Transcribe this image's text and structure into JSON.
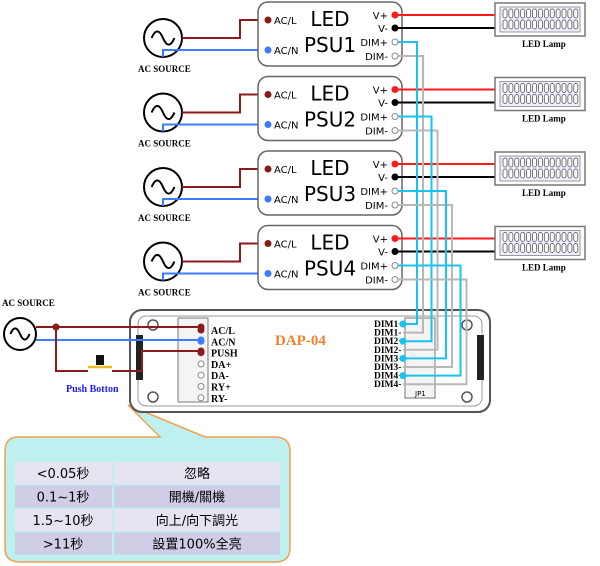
{
  "ac_source_label": "AC SOURCE",
  "psus": [
    {
      "line1": "LED",
      "line2": "PSU1"
    },
    {
      "line1": "LED",
      "line2": "PSU2"
    },
    {
      "line1": "LED",
      "line2": "PSU3"
    },
    {
      "line1": "LED",
      "line2": "PSU4"
    }
  ],
  "psu_terminals": {
    "acl": "AC/L",
    "acn": "AC/N",
    "vp": "V+",
    "vm": "V-",
    "dimp": "DIM+",
    "dimm": "DIM-"
  },
  "lamp_label": "LED Lamp",
  "dap": {
    "title": "DAP-04",
    "terminals": [
      "AC/L",
      "AC/N",
      "PUSH",
      "DA+",
      "DA-",
      "RY+",
      "RY-"
    ],
    "dim_terminals": [
      "DIM1+",
      "DIM1-",
      "DIM2+",
      "DIM2-",
      "DIM3+",
      "DIM3-",
      "DIM4+",
      "DIM4-"
    ],
    "jumper": "JP1"
  },
  "push_button_label": "Push Botton",
  "table": {
    "rows": [
      [
        "<0.05秒",
        "忽略"
      ],
      [
        "0.1~1秒",
        "開機/關機"
      ],
      [
        "1.5~10秒",
        "向上/向下調光"
      ],
      [
        ">11秒",
        "設置100%全亮"
      ]
    ]
  },
  "colors": {
    "live": "#8b1a1a",
    "neutral": "#3a7bff",
    "vplus": "#ff1a1a",
    "vminus": "#000000",
    "dim_plus": "#19c3f0",
    "dim_minus": "#b8b8b8",
    "title": "#f08030",
    "bubble": "#bff0f0",
    "bubble_border": "#f0a050"
  }
}
